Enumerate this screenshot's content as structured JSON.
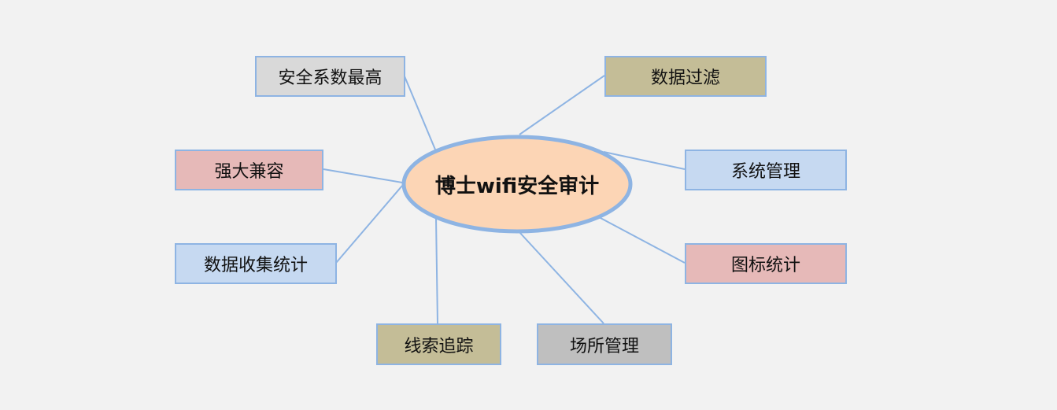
{
  "center": {
    "label": "博士wifi安全审计",
    "fill": "#fcd5b5",
    "stroke": "#8eb4e3"
  },
  "line_color": "#8eb4e3",
  "nodes": [
    {
      "id": "security",
      "label": "安全系数最高",
      "fill": "#d9d9d9"
    },
    {
      "id": "compat",
      "label": "强大兼容",
      "fill": "#e6b9b8"
    },
    {
      "id": "collect",
      "label": "数据收集统计",
      "fill": "#c6d9f1"
    },
    {
      "id": "trace",
      "label": "线索追踪",
      "fill": "#c4bd97"
    },
    {
      "id": "venue",
      "label": "场所管理",
      "fill": "#bfbfbf"
    },
    {
      "id": "chart",
      "label": "图标统计",
      "fill": "#e6b9b8"
    },
    {
      "id": "system",
      "label": "系统管理",
      "fill": "#c6d9f1"
    },
    {
      "id": "filter",
      "label": "数据过滤",
      "fill": "#c4bd97"
    }
  ]
}
